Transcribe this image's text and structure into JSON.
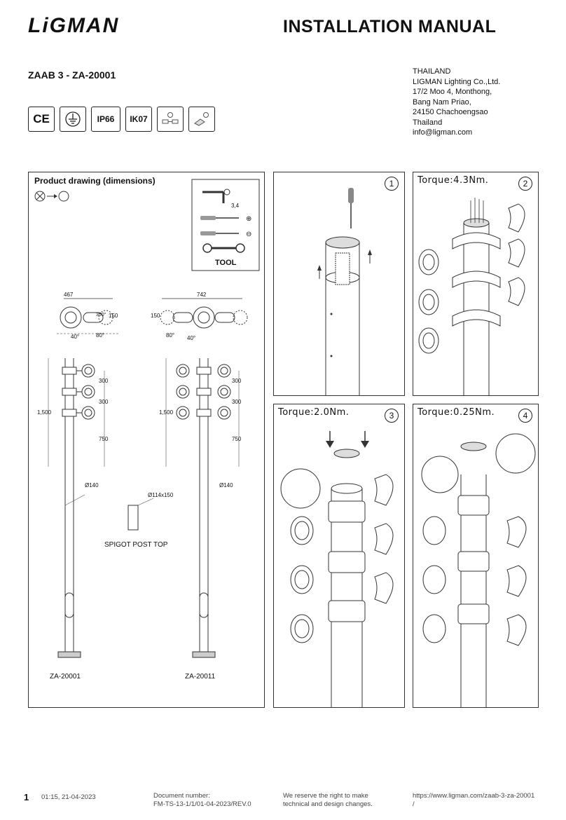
{
  "header": {
    "logo": "LiGMAN",
    "title": "INSTALLATION MANUAL",
    "model": "ZAAB 3 - ZA-20001"
  },
  "address": [
    "THAILAND",
    "LIGMAN Lighting Co.,Ltd.",
    "17/2 Moo 4, Monthong,",
    "Bang Nam Priao,",
    "24150 Chachoengsao",
    "Thailand",
    "info@ligman.com"
  ],
  "badges": {
    "ce": "CE",
    "ip": "IP66",
    "ik": "IK07"
  },
  "icons": [
    "ce-icon",
    "earth-ground-icon",
    "connector-icon",
    "tool-connector-icon"
  ],
  "drawing": {
    "title": "Product drawing (dimensions)",
    "tool_label": "TOOL",
    "hex_size": "3,4",
    "left_width": "467",
    "right_width": "742",
    "angle_350": "350°",
    "angle_40": "40°",
    "angle_80": "80°",
    "dim_150": "150",
    "height_1500": "1,500",
    "spacing_300": "300",
    "base_750": "750",
    "pole_diameter": "Ø140",
    "spigot_dim": "Ø114x150",
    "spigot_label": "SPIGOT POST TOP",
    "model_left": "ZA-20001",
    "model_right": "ZA-20011"
  },
  "steps": [
    {
      "number": "1",
      "torque": ""
    },
    {
      "number": "2",
      "torque": "Torque:4.3Nm."
    },
    {
      "number": "3",
      "torque": "Torque:2.0Nm."
    },
    {
      "number": "4",
      "torque": "Torque:0.25Nm."
    }
  ],
  "footer": {
    "page": "1",
    "timestamp": "01:15, 21-04-2023",
    "doc_number_label": "Document number:",
    "doc_number": "FM-TS-13-1/1/01-04-2023/REV.0",
    "rights_1": "We reserve the right to make",
    "rights_2": "technical and design changes.",
    "url_1": "https://www.ligman.com/zaab-3-za-20001",
    "url_2": "/"
  }
}
